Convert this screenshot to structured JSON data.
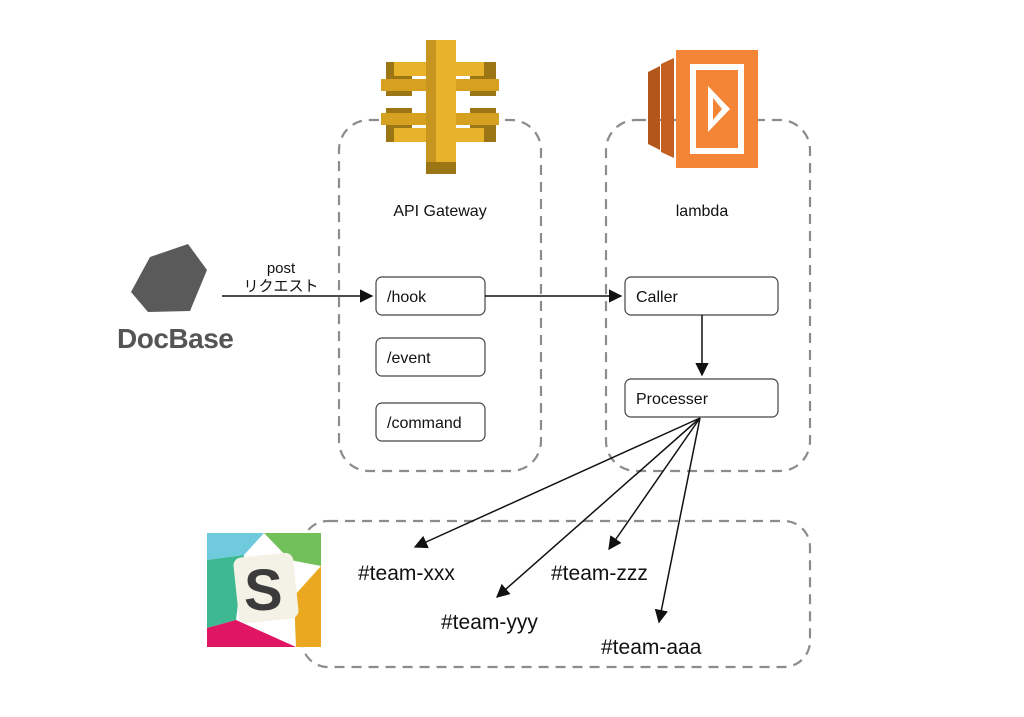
{
  "groups": {
    "api_gateway": {
      "label": "API Gateway"
    },
    "lambda": {
      "label": "lambda"
    }
  },
  "docbase": {
    "wordmark": "DocBase"
  },
  "request": {
    "line1": "post",
    "line2": "リクエスト"
  },
  "endpoints": [
    "/hook",
    "/event",
    "/command"
  ],
  "functions": {
    "caller": "Caller",
    "processer": "Processer"
  },
  "slack": {
    "letter": "S"
  },
  "channels": [
    "#team-xxx",
    "#team-yyy",
    "#team-zzz",
    "#team-aaa"
  ],
  "colors": {
    "api_gateway_gold": "#E8B22A",
    "api_gateway_dark": "#9C7614",
    "lambda_orange": "#F58536",
    "lambda_dark": "#C35F20",
    "docbase_gray": "#5A5A5A",
    "dash_gray": "#8C8C8C"
  },
  "icons": {
    "api_gateway": "api-gateway-icon",
    "lambda": "lambda-icon",
    "docbase": "docbase-logo",
    "slack": "slack-logo"
  }
}
